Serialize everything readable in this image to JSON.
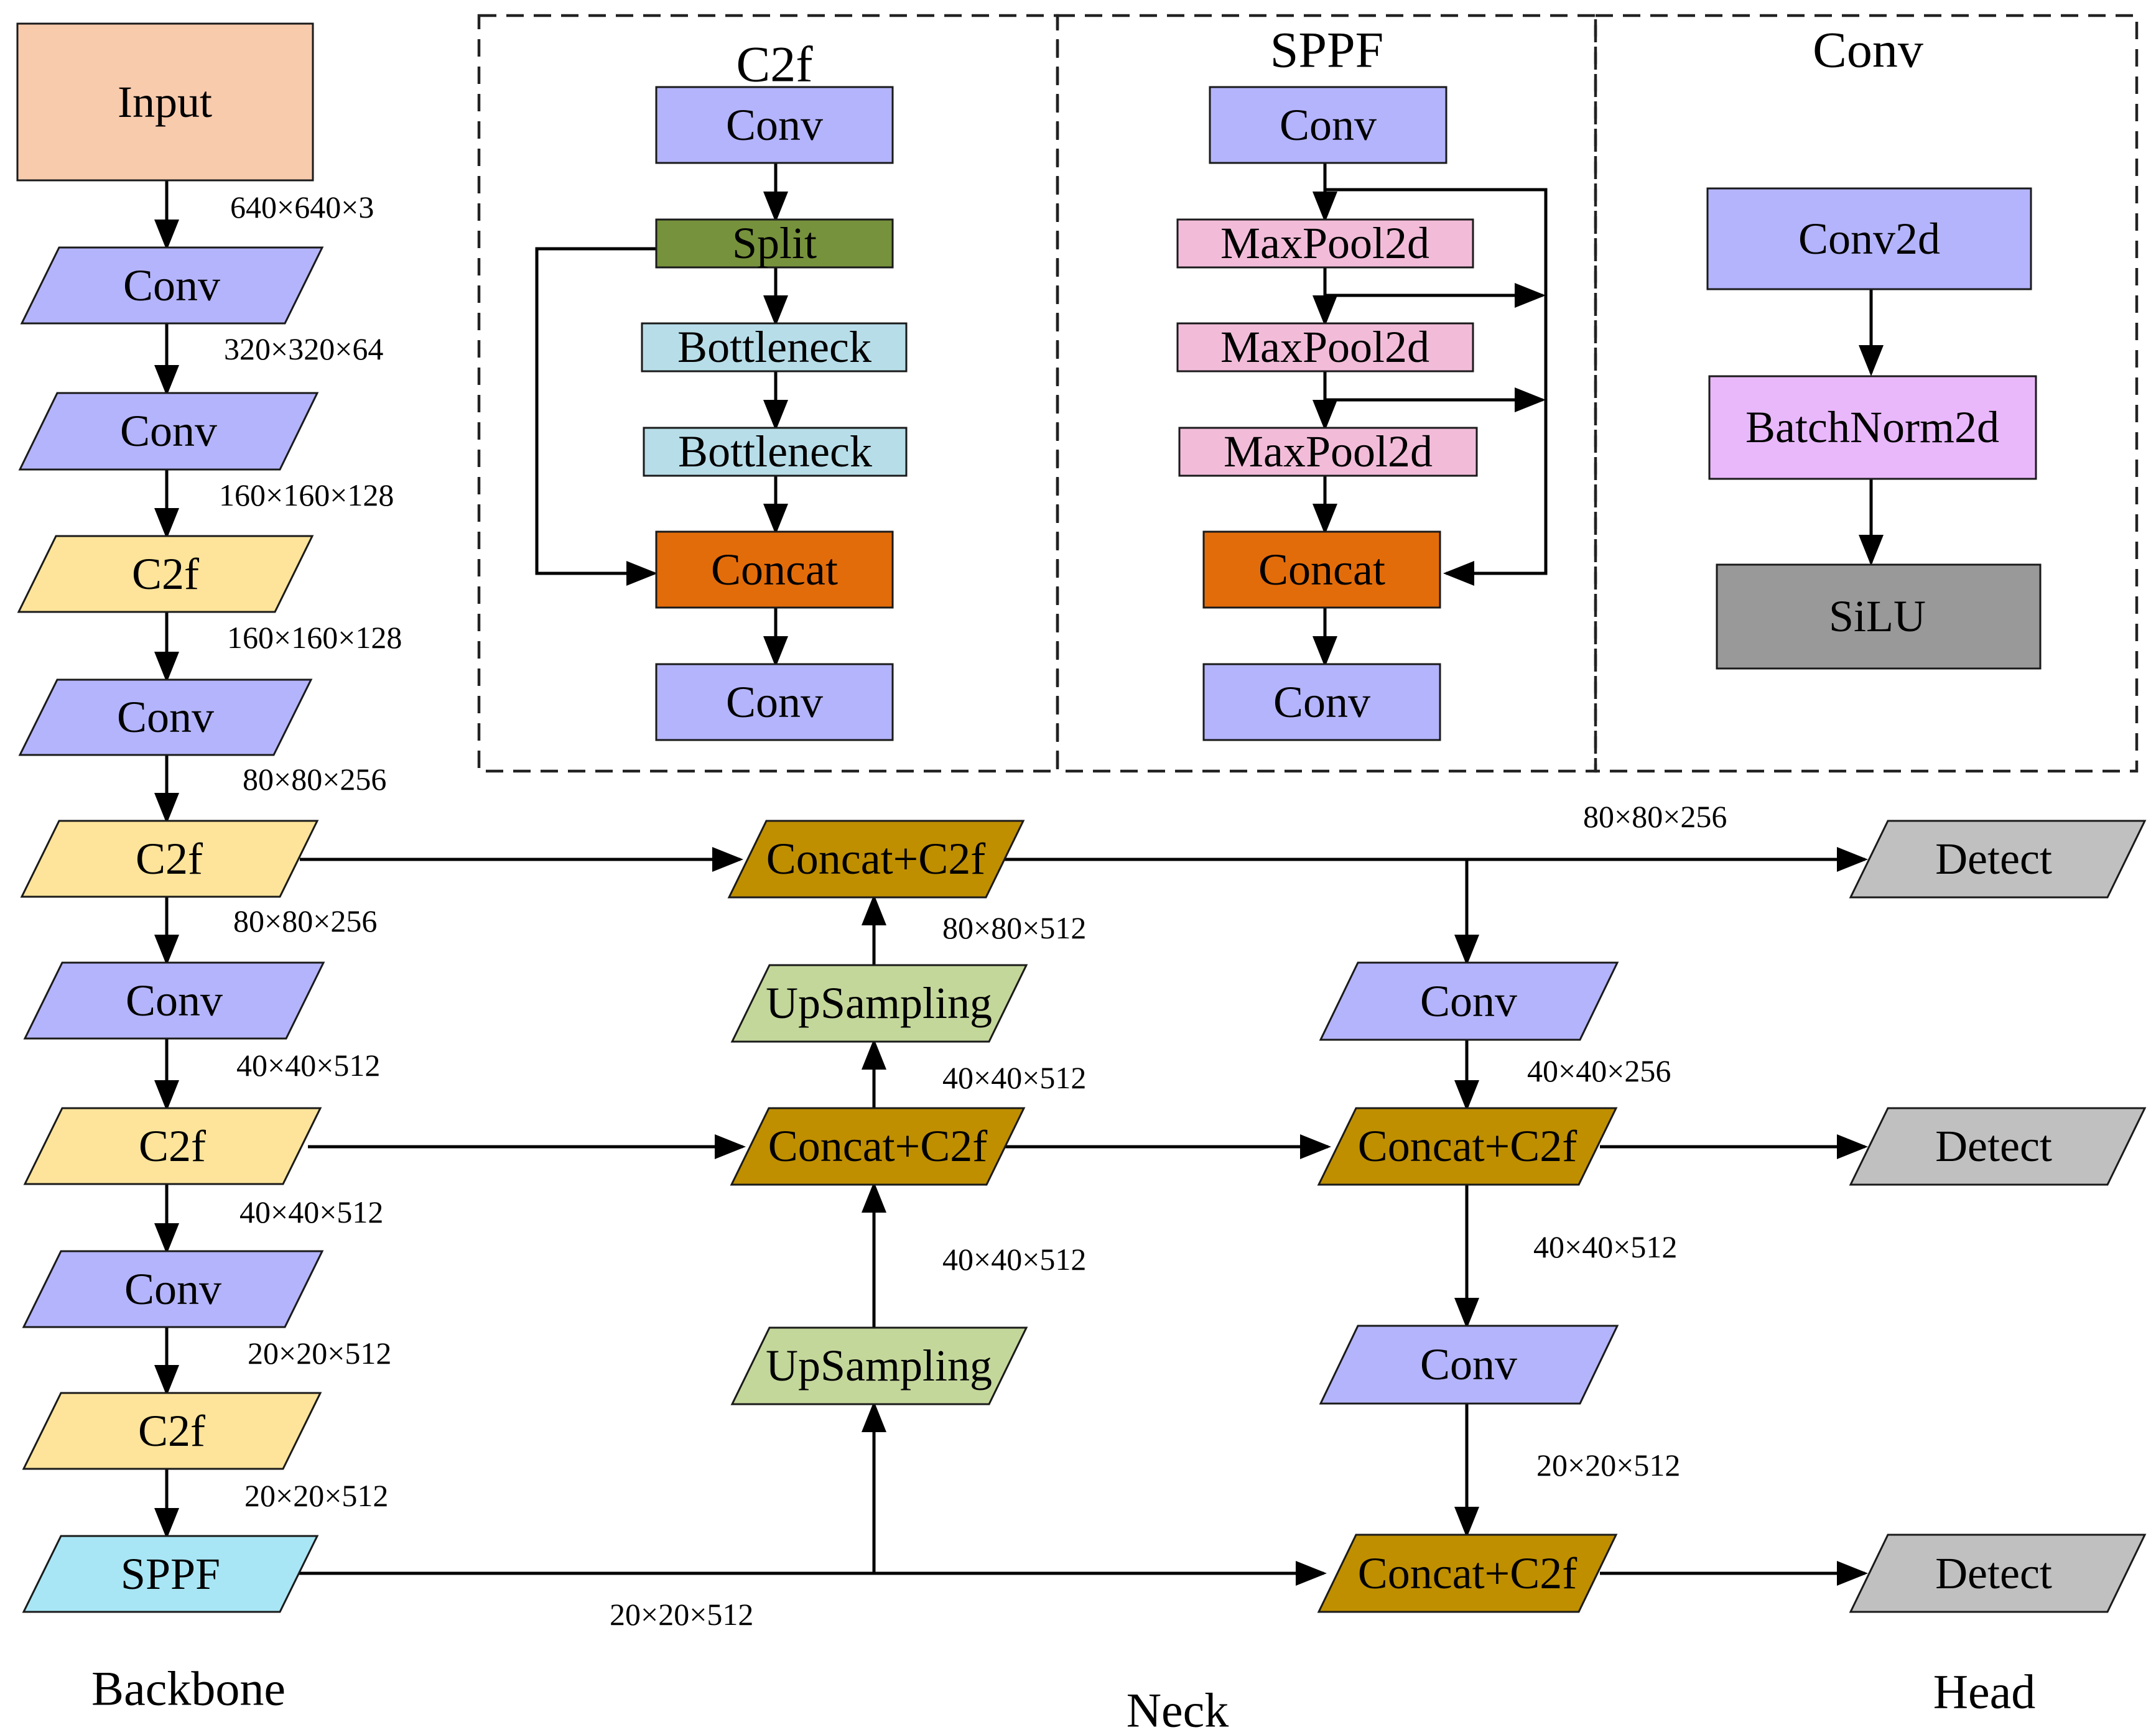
{
  "colors": {
    "input": "#f8cbad",
    "conv": "#b4b4fc",
    "c2f": "#fde49a",
    "sppf": "#a8e6f5",
    "split": "#76923c",
    "bottleneck": "#b7dde8",
    "concat": "#e36c0a",
    "maxpool": "#f2bcd9",
    "batchnorm": "#e9b8fa",
    "silu": "#999999",
    "concat_c2f": "#bf8f00",
    "upsampling": "#c4d79b",
    "detect": "#c0c0c0"
  },
  "sections": {
    "backbone": "Backbone",
    "neck": "Neck",
    "head": "Head"
  },
  "nodes": {
    "input": "Input",
    "bb_conv_1": "Conv",
    "bb_conv_2": "Conv",
    "bb_c2f_1": "C2f",
    "bb_conv_3": "Conv",
    "bb_c2f_2": "C2f",
    "bb_conv_4": "Conv",
    "bb_c2f_3": "C2f",
    "bb_conv_5": "Conv",
    "bb_c2f_4": "C2f",
    "bb_sppf": "SPPF",
    "neck_concat_c2f_1": "Concat+C2f",
    "neck_upsampling_1": "UpSampling",
    "neck_concat_c2f_2": "Concat+C2f",
    "neck_upsampling_2": "UpSampling",
    "neck_conv_1": "Conv",
    "neck_concat_c2f_3": "Concat+C2f",
    "neck_conv_2": "Conv",
    "neck_concat_c2f_4": "Concat+C2f",
    "detect_1": "Detect",
    "detect_2": "Detect",
    "detect_3": "Detect"
  },
  "dims": {
    "d1": "640×640×3",
    "d2": "320×320×64",
    "d3": "160×160×128",
    "d4": "160×160×128",
    "d5": "80×80×256",
    "d6": "80×80×256",
    "d7": "40×40×512",
    "d8": "40×40×512",
    "d9": "20×20×512",
    "d10": "20×20×512",
    "d11": "20×20×512",
    "d12": "80×80×512",
    "d13": "40×40×512",
    "d14": "40×40×512",
    "d15": "80×80×256",
    "d16": "40×40×256",
    "d17": "40×40×512",
    "d18": "20×20×512"
  },
  "panels": {
    "c2f": {
      "title": "C2f",
      "conv_top": "Conv",
      "split": "Split",
      "bottleneck_1": "Bottleneck",
      "bottleneck_2": "Bottleneck",
      "concat": "Concat",
      "conv_bottom": "Conv"
    },
    "sppf": {
      "title": "SPPF",
      "conv_top": "Conv",
      "maxpool_1": "MaxPool2d",
      "maxpool_2": "MaxPool2d",
      "maxpool_3": "MaxPool2d",
      "concat": "Concat",
      "conv_bottom": "Conv"
    },
    "conv": {
      "title": "Conv",
      "conv2d": "Conv2d",
      "batchnorm2d": "BatchNorm2d",
      "silu": "SiLU"
    }
  }
}
